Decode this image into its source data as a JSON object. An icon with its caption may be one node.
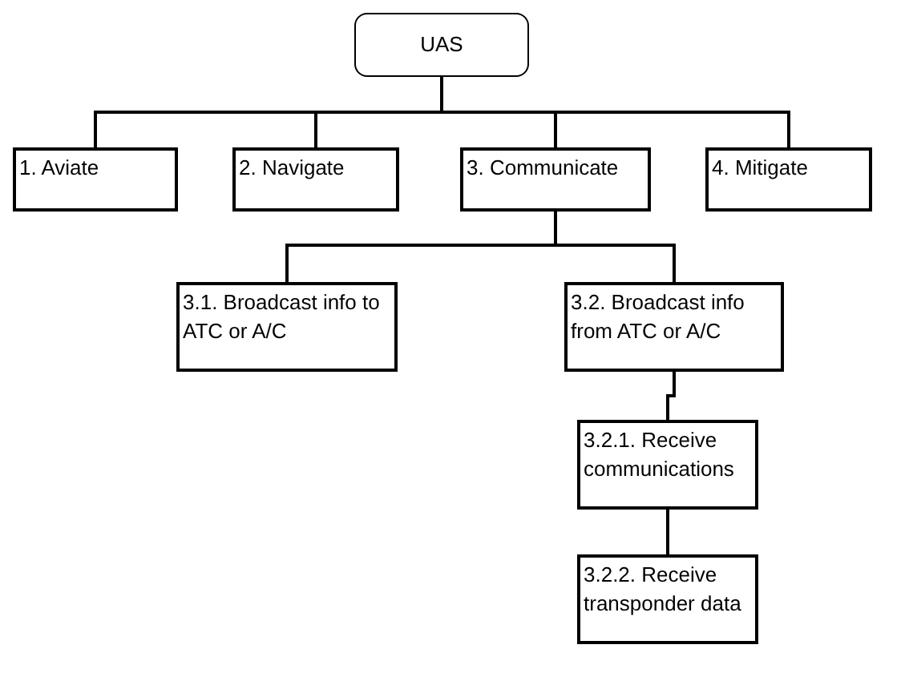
{
  "diagram": {
    "nodes": [
      {
        "text": [
          "UAS"
        ]
      },
      {
        "text": [
          "1. Aviate"
        ]
      },
      {
        "text": [
          "2. Navigate"
        ]
      },
      {
        "text": [
          "3. Communicate"
        ]
      },
      {
        "text": [
          "4. Mitigate"
        ]
      },
      {
        "text": [
          "3.1. Broadcast info to ATC or A/C"
        ]
      },
      {
        "text": [
          "3.2. Broadcast info from ATC or A/C"
        ]
      },
      {
        "text": [
          "3.2.1. Receive communications"
        ]
      },
      {
        "text": [
          "3.2.2. Receive transponder data"
        ]
      }
    ],
    "edges": [
      {
        "from": 0,
        "to": 1,
        "arrow": "none"
      },
      {
        "from": 0,
        "to": 2,
        "arrow": "none"
      },
      {
        "from": 0,
        "to": 3,
        "arrow": "none"
      },
      {
        "from": 0,
        "to": 4,
        "arrow": "none"
      },
      {
        "from": 3,
        "to": 5,
        "arrow": "none"
      },
      {
        "from": 3,
        "to": 6,
        "arrow": "none"
      },
      {
        "from": 6,
        "to": 7,
        "arrow": "none"
      },
      {
        "from": 7,
        "to": 8,
        "arrow": "none"
      }
    ]
  }
}
